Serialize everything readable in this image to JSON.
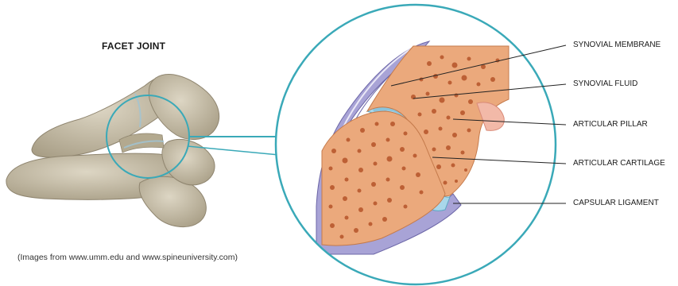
{
  "title": "FACET JOINT",
  "credit": "(Images from www.umm.edu and www.spineuniversity.com)",
  "labels": [
    "SYNOVIAL MEMBRANE",
    "SYNOVIAL FLUID",
    "ARTICULAR PILLAR",
    "ARTICULAR CARTILAGE",
    "CAPSULAR LIGAMENT"
  ],
  "colors": {
    "magnifier_ring": "#3aa9b8",
    "bone": "#c9c0ab",
    "cancellous_bone": "#e7a77a",
    "pores": "#b5542a",
    "cartilage": "#a9d7ea",
    "capsule": "#8c86c3",
    "leader_lines": "#222222"
  }
}
